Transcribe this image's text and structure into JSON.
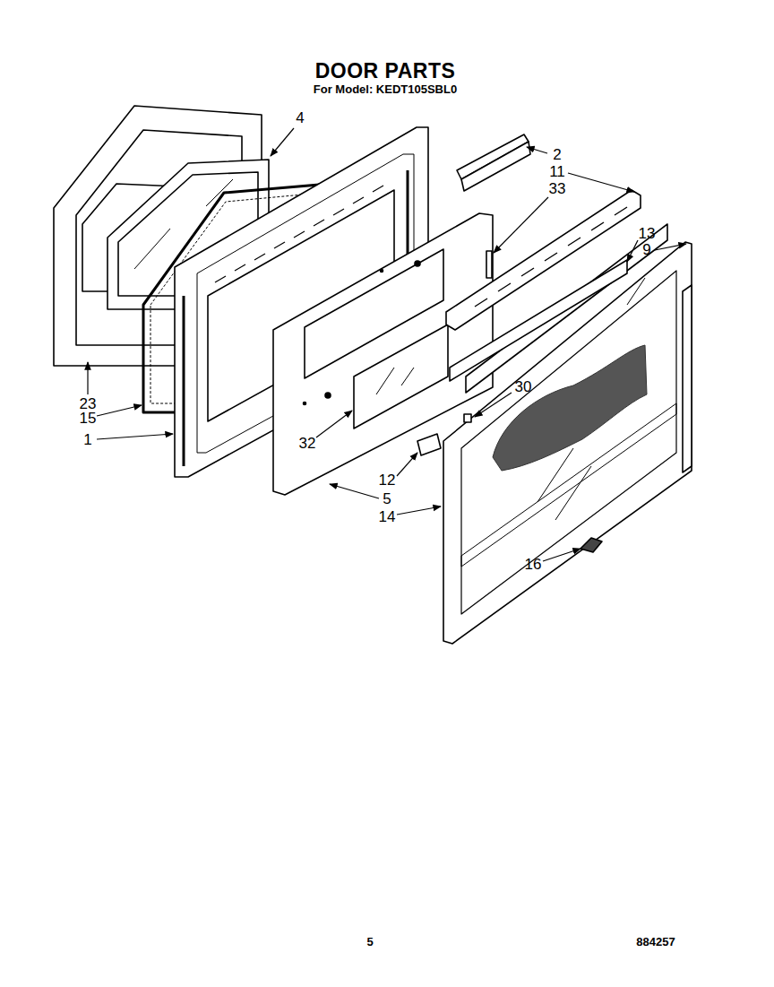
{
  "diagram": {
    "title": "DOOR PARTS",
    "labels": [
      "For Model: KEDT105SBL0",
      "4",
      "2",
      "11",
      "33",
      "13",
      "9",
      "30",
      "23",
      "15",
      "1",
      "32",
      "12",
      "5",
      "14",
      "16",
      "5",
      "884257"
    ]
  }
}
